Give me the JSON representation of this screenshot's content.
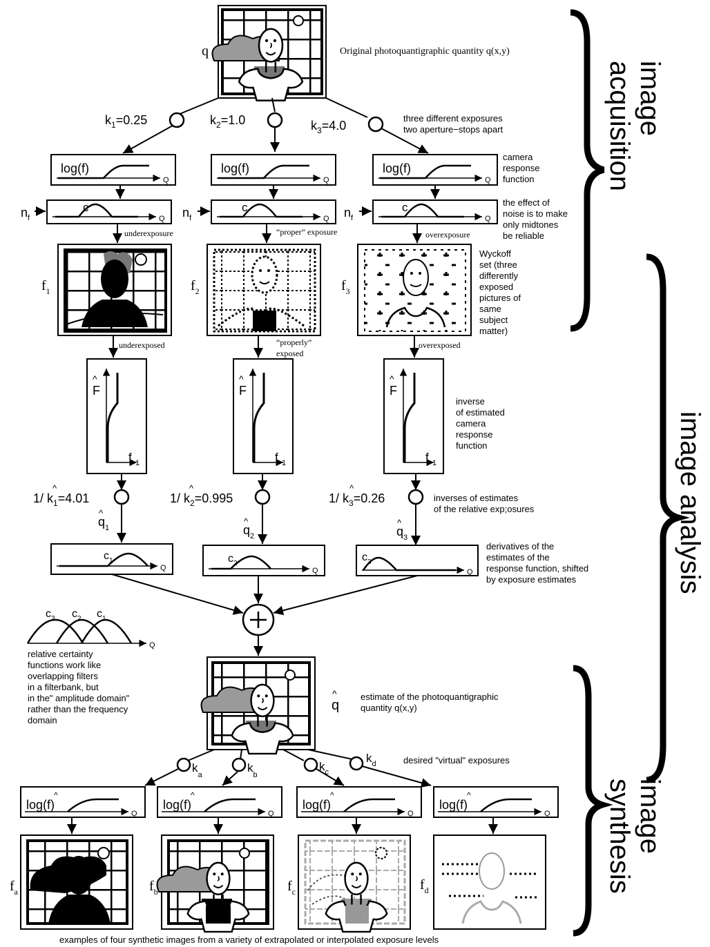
{
  "top": {
    "q_label": "q",
    "original_caption": "Original photoquantigraphic quantity q(x,y)"
  },
  "exposures": {
    "k1": "=0.25",
    "k2": "=1.0",
    "k3": "=4.0",
    "note_line1": "three different exposures",
    "note_line2": "two aperture−stops apart"
  },
  "response": {
    "label": "log(f)",
    "axis": "Q",
    "note": [
      "camera",
      "response",
      "function"
    ]
  },
  "noise": {
    "n": "n",
    "n_sub": "f",
    "c": "c",
    "axis": "Q",
    "note": [
      "the effect of",
      "noise is to make",
      "only midtones",
      "be reliable"
    ],
    "under": "underexposure",
    "proper": "“proper” exposure",
    "over": "overexposure"
  },
  "wyckoff": {
    "f": "f",
    "subs": [
      "1",
      "2",
      "3"
    ],
    "under": "underexposed",
    "proper1": "“properly”",
    "proper2": "exposed",
    "over": "overexposed",
    "note": [
      "Wyckoff",
      "set (three",
      "differently",
      "exposed",
      "pictures of",
      "same",
      "subject",
      "matter)"
    ]
  },
  "inverse": {
    "F": "F",
    "f": "f",
    "sub": "1",
    "note": [
      "inverse",
      "of estimated",
      "camera",
      "response",
      "function"
    ]
  },
  "inv_exposures": {
    "prefix": "1/",
    "k": "k",
    "v1": "=4.01",
    "v2": "=0.995",
    "v3": "=0.26",
    "note_line1": "inverses of estimates",
    "note_line2": "of the relative exp;osures"
  },
  "certainty": {
    "q": "q",
    "c": "c",
    "axis": "Q",
    "note": [
      "derivatives of the",
      "estimates of the",
      "response function, shifted",
      "by exposure estimates"
    ],
    "filter_note": [
      "relative certainty",
      "functions work like",
      "overlapping filters",
      "in a filterbank, but",
      "in the\" amplitude domain\"",
      "rather than the frequency",
      "domain"
    ]
  },
  "estimate": {
    "q": "q",
    "note_line1": "estimate of the photoquantigraphic",
    "note_line2": "quantity q(x,y)"
  },
  "virtual": {
    "k": "k",
    "subs": [
      "a",
      "b",
      "c",
      "d"
    ],
    "note": "desired \"virtual\" exposures",
    "label": "log(f)",
    "axis": "Q",
    "f": "f"
  },
  "synthesis_caption": "examples of four synthetic images from a variety of extrapolated or interpolated exposure levels",
  "brackets": {
    "acq1": "image",
    "acq2": "acquisition",
    "analysis": "image analysis",
    "syn1": "image",
    "syn2": "synthesis"
  }
}
